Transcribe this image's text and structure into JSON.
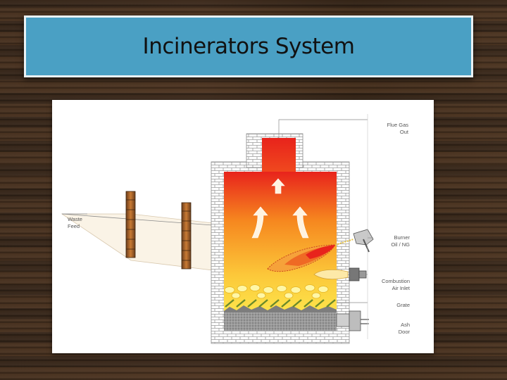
{
  "slide": {
    "title": "Incinerators System"
  },
  "diagram": {
    "labels": {
      "flue_gas_line1": "Flue Gas",
      "flue_gas_line2": "Out",
      "waste_line1": "Waste",
      "waste_line2": "Feed",
      "burner_line1": "Burner",
      "burner_line2": "Oil / NG",
      "combustion_line1": "Combustion",
      "combustion_line2": "Air Inlet",
      "grate": "Grate",
      "ash_line1": "Ash",
      "ash_line2": "Door"
    },
    "colors": {
      "flame_top": "#e8231c",
      "flame_mid": "#f6871f",
      "flame_low": "#fde24a",
      "brick": "#ffffff",
      "brick_line": "#9a9a9a",
      "ash": "#8f8f8f"
    }
  }
}
